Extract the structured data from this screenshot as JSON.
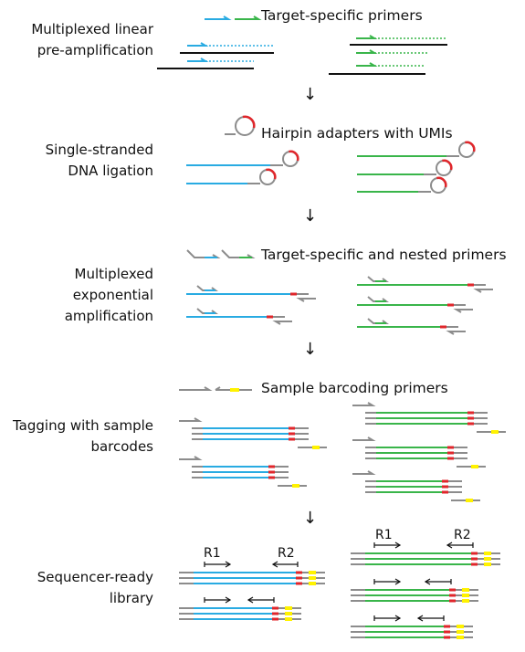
{
  "colors": {
    "blue": "#29abe2",
    "green": "#39b54a",
    "black": "#111111",
    "gray": "#8c8c8c",
    "red": "#e0262b",
    "yellow": "#fff200"
  },
  "steps": [
    {
      "label": [
        "Multiplexed linear",
        "pre-amplification"
      ],
      "title": "Target-specific primers"
    },
    {
      "label": [
        "Single-stranded",
        "DNA ligation"
      ],
      "title": "Hairpin adapters with UMIs"
    },
    {
      "label": [
        "Multiplexed",
        "exponential",
        "amplification"
      ],
      "title": "Target-specific and nested primers"
    },
    {
      "label": [
        "Tagging with sample",
        "barcodes"
      ],
      "title": "Sample barcoding primers"
    },
    {
      "label": [
        "Sequencer-ready",
        "library"
      ],
      "title": ""
    }
  ],
  "read_labels": {
    "r1": "R1",
    "r2": "R2"
  }
}
